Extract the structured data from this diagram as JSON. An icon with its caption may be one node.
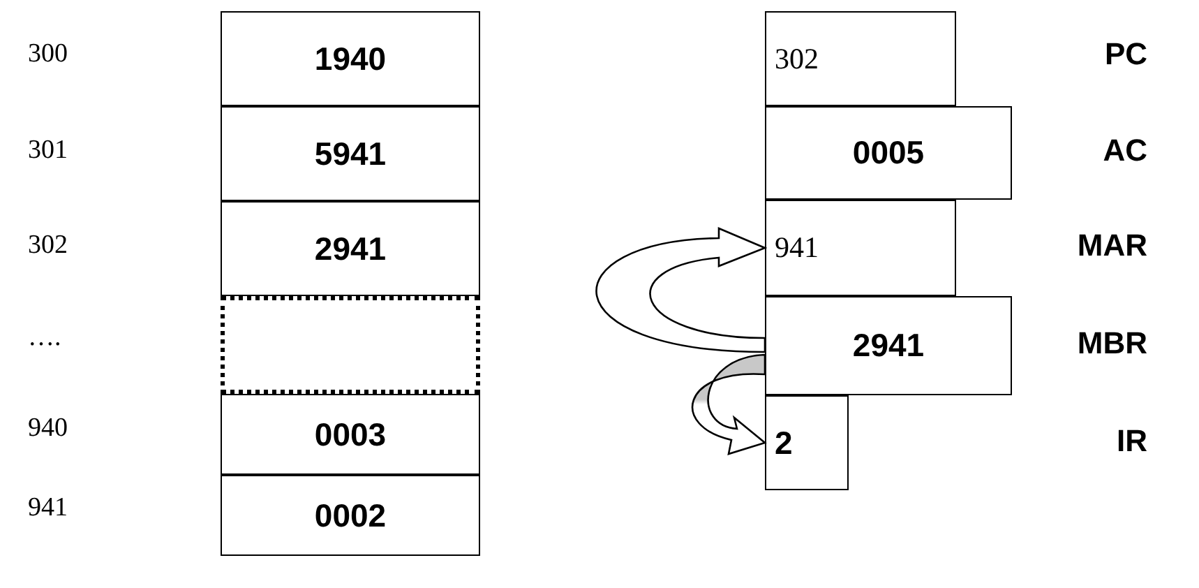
{
  "diagram": {
    "nodes": [
      {
        "text": [
          "1940"
        ]
      },
      {
        "text": [
          "5941"
        ]
      },
      {
        "text": [
          "2941"
        ]
      },
      {
        "text": [],
        "shape": "box"
      },
      {
        "text": [
          "0003"
        ]
      },
      {
        "text": [
          "0002"
        ]
      },
      {
        "text": [
          "302"
        ]
      },
      {
        "text": [
          "0005"
        ]
      },
      {
        "text": [
          "941"
        ]
      },
      {
        "text": [
          "2941"
        ]
      },
      {
        "text": [
          "2"
        ]
      }
    ],
    "edges": [
      {
        "from": 9,
        "to": 8,
        "arrow": "to",
        "style": "thick"
      },
      {
        "from": 9,
        "to": 10,
        "arrow": "to",
        "style": "thick"
      }
    ],
    "labels": [
      "300",
      "PC",
      "301",
      "AC",
      "302",
      "MAR",
      "….",
      "MBR",
      "940",
      "IR",
      "941"
    ]
  }
}
